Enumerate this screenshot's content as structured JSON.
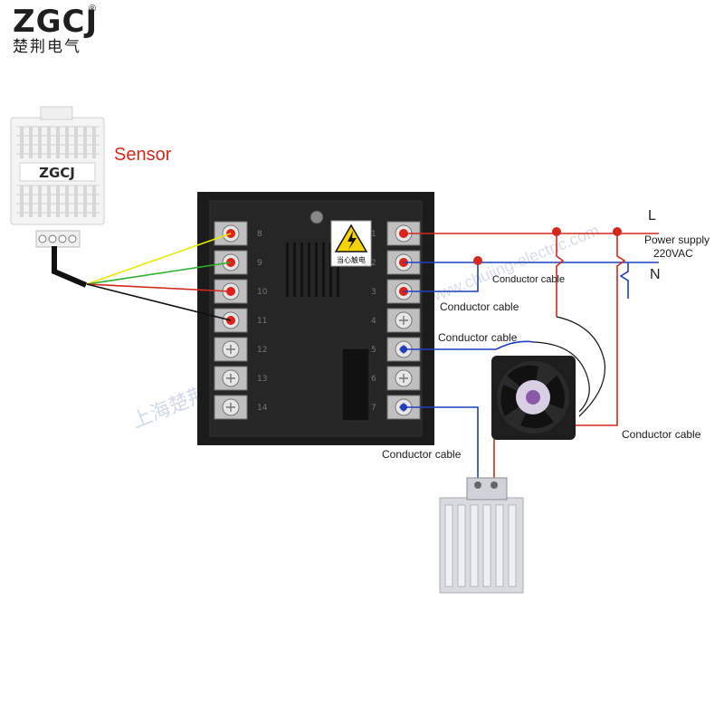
{
  "logo": {
    "mark": "ZGCJ",
    "sub": "楚荆电气",
    "reg": "®"
  },
  "sensor": {
    "label": "Sensor",
    "logo": "ZGCJ"
  },
  "controller": {
    "warning_text": "当心触电",
    "left_terminals": [
      "8",
      "9",
      "10",
      "11",
      "12",
      "13",
      "14"
    ],
    "right_terminals": [
      "1",
      "2",
      "3",
      "4",
      "5",
      "6",
      "7"
    ]
  },
  "labels": {
    "L": "L",
    "N": "N",
    "power_supply": "Power supply",
    "voltage": "220VAC",
    "conductor_cable": "Conductor cable"
  },
  "watermark": {
    "company": "上海楚荆电气有限公司",
    "url": "www.chujing-electric.com"
  },
  "colors": {
    "live_wire": "#d4281b",
    "neutral_wire": "#1f3fbf",
    "sensor_wires": [
      "#e8e800",
      "#2bb02b",
      "#d4281b",
      "#111111"
    ],
    "controller_body": "#1b1b1b"
  }
}
